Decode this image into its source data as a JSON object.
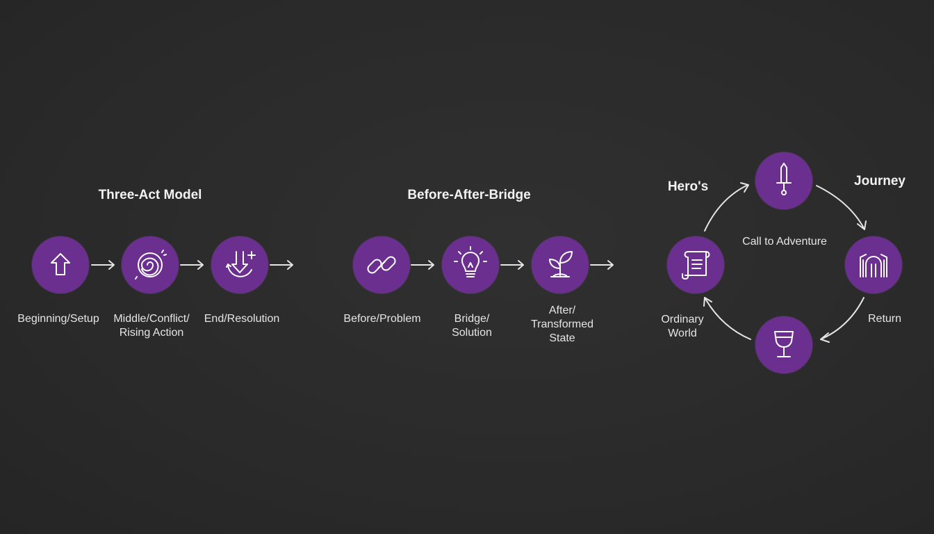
{
  "colors": {
    "background": "#2b2b2b",
    "node": "#6b2f8f",
    "icon": "#ffffff",
    "text": "#e6e6e6"
  },
  "three_act": {
    "title": "Three-Act Model",
    "steps": [
      {
        "icon": "arrow-up-icon",
        "label": "Beginning/Setup"
      },
      {
        "icon": "spiral-icon",
        "label": "Middle/Conflict/\nRising Action"
      },
      {
        "icon": "arrow-down-cycle-icon",
        "label": "End/Resolution"
      }
    ]
  },
  "bab": {
    "title": "Before-After-Bridge",
    "steps": [
      {
        "icon": "chain-link-icon",
        "label": "Before/Problem"
      },
      {
        "icon": "lightbulb-icon",
        "label": "Bridge/\nSolution"
      },
      {
        "icon": "sprout-icon",
        "label": "After/\nTransformed\nState"
      }
    ]
  },
  "hero": {
    "title_left": "Hero's",
    "title_right": "Journey",
    "center_label": "Call to Adventure",
    "nodes": [
      {
        "icon": "sword-icon",
        "label": ""
      },
      {
        "icon": "gate-icon",
        "label": "Return"
      },
      {
        "icon": "chalice-icon",
        "label": ""
      },
      {
        "icon": "scroll-icon",
        "label": "Ordinary\nWorld"
      }
    ]
  }
}
